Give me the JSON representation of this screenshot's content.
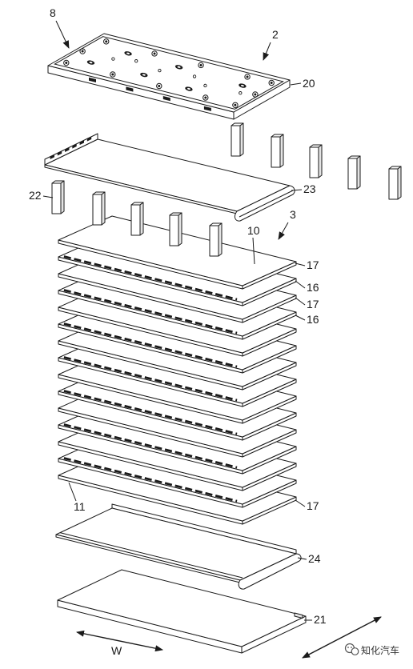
{
  "figure": {
    "callouts": {
      "label_8": "8",
      "label_2": "2",
      "label_20": "20",
      "label_23": "23",
      "label_22": "22",
      "label_3": "3",
      "label_10": "10",
      "label_17_top": "17",
      "label_16_upper": "16",
      "label_17_second": "17",
      "label_16_lower": "16",
      "label_11": "11",
      "label_17_bottom": "17",
      "label_24": "24",
      "label_21": "21"
    },
    "direction": {
      "label": "W"
    }
  },
  "watermark": {
    "text": "知化汽车",
    "icon": "wechat-icon"
  },
  "colors": {
    "line": "#1a1a1a",
    "background": "#ffffff"
  }
}
